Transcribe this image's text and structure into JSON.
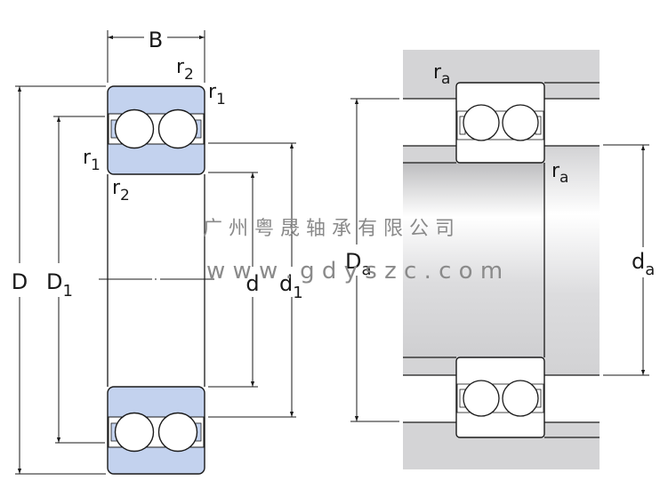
{
  "figure": {
    "title": "Double row angular contact ball bearing dimensions and abutment dimensions",
    "colors": {
      "ring_fill": "#c3d2ee",
      "line": "#1a1a1a",
      "housing_gray": "#d4d4d6",
      "watermark": "#8a8a8a"
    }
  },
  "bearing_section": {
    "labels": {
      "width": "B",
      "outer_diameter": "D",
      "outer_ring_shoulder_diameter": "D",
      "outer_ring_shoulder_sub": "1",
      "bore_diameter": "d",
      "inner_ring_shoulder_diameter": "d",
      "inner_ring_shoulder_sub": "1",
      "chamfer_r2_top": "r",
      "chamfer_r2_top_sub": "2",
      "chamfer_r1_top": "r",
      "chamfer_r1_top_sub": "1",
      "chamfer_r1_left": "r",
      "chamfer_r1_left_sub": "1",
      "chamfer_r2_bottom": "r",
      "chamfer_r2_bottom_sub": "2"
    }
  },
  "mounting_section": {
    "labels": {
      "housing_abutment_diameter": "D",
      "housing_abutment_sub": "a",
      "shaft_abutment_diameter": "d",
      "shaft_abutment_sub": "a",
      "fillet_top": "r",
      "fillet_top_sub": "a",
      "fillet_shaft": "r",
      "fillet_shaft_sub": "a"
    }
  },
  "watermark": {
    "company": "广 州 粤 晟 轴 承 有 限 公 司",
    "url": "w w w . g d y s z c . c o m"
  }
}
